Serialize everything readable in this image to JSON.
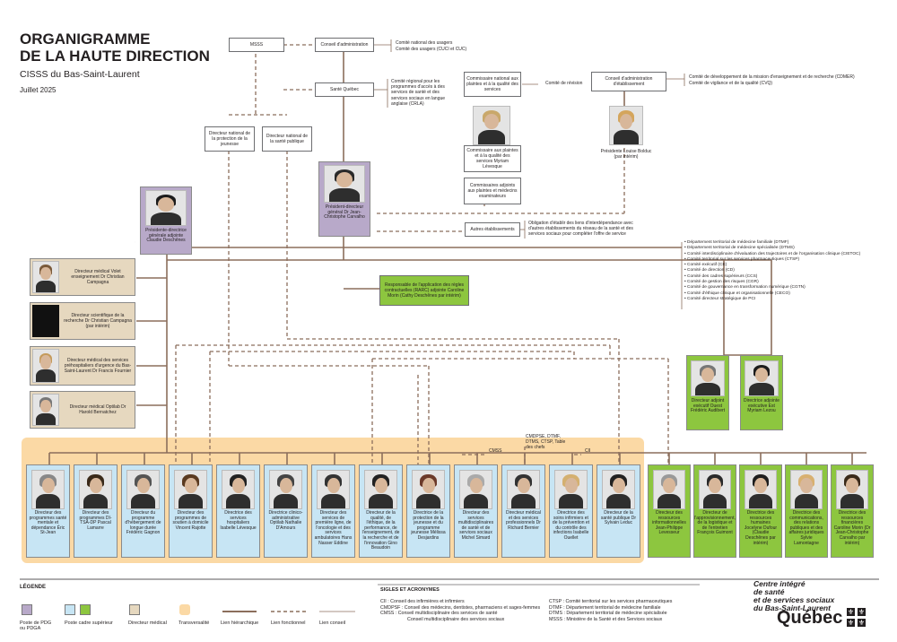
{
  "header": {
    "title_line1": "ORGANIGRAMME",
    "title_line2": "DE LA HAUTE DIRECTION",
    "subtitle": "CISSS du Bas-Saint-Laurent",
    "date": "Juillet 2025"
  },
  "colors": {
    "pdg": "#b8a9c9",
    "cadre_blue": "#c7e5f4",
    "cadre_green": "#8dc63f",
    "medical": "#e6d8bf",
    "transversal": "#fbd9a5",
    "lien_hierarchique": "#8b6e5c"
  },
  "top_boxes": {
    "msss": "MSSS",
    "ca": "Conseil d'administration",
    "sante_quebec": "Santé Québec",
    "commissaire_national": "Commissaire national aux plaintes et à la qualité des services",
    "ca_etablissement": "Conseil d'administration d'établissement",
    "dn_jeunesse": "Directeur national de la protection de la jeunesse",
    "dn_sante_publique": "Directeur national de la santé publique",
    "comm_adjoints": "Commissaires adjoints aux plaintes et médecins examinateurs",
    "autres_etab": "Autres établissements",
    "comite_revision": "Comité de révision"
  },
  "notes": {
    "ca_comites": [
      "Comité national des usagers",
      "Comité des usagers (CUCI et CUC)"
    ],
    "crla": "Comité régional pour les programmes d'accès à des services de santé et des services sociaux en langue anglaise (CRLA)",
    "ca_etab_comites": [
      "Comité de développement de la mission d'enseignement et de recherche (CDMER)",
      "Comité de vigilance et de la qualité (CVQ)"
    ],
    "obligation": "Obligation d'établir des liens d'interdépendance avec d'autres établissements du réseau de la santé et des services sociaux pour compléter l'offre de service",
    "cmdpse": "CMDPSE, DTMF, DTMS, CTSP, Table des chefs",
    "cmss": "CMSS",
    "ci": "CII"
  },
  "persons": {
    "commissaire": "Commissaire aux plaintes et à la qualité des services Myriam Lévesque",
    "presidente": "Présidente Louise Bolduc (par intérim)",
    "pdg": "Président-directeur général Dr Jean-Christophe Carvalho",
    "pdga": "Présidente-directrice générale adjointe Claudie Deschênes",
    "responsable_rarc": "Responsable de l'application des règles contractuelles (RARC) adjointe Caroline Morin (Cathy Deschênes par intérim)"
  },
  "comites_pdg": [
    "Département territorial de médecine familiale (DTMF)",
    "Département territorial de médecine spécialisée (DTMS)",
    "Comité interdisciplinaire d'évaluation des trajectoires et de l'organisation clinique (CIETOC)",
    "Comité territorial sur les services pharmaceutiques (CTSP)",
    "Comité exécutif (CE)",
    "Comité de direction (CD)",
    "Comité des cadres supérieurs (CCS)",
    "Comité de gestion des risques (CGR)",
    "Comité de gouvernance en transformation numérique (CGTN)",
    "Comité d'éthique clinique et organisationnelle (CECO)",
    "Comité directeur stratégique de PCI"
  ],
  "medical_side": [
    {
      "label": "Directeur médical Volet enseignement Dr Christian Campagna",
      "photo": true
    },
    {
      "label": "Directeur scientifique de la recherche Dr Christian Campagna (par intérim)",
      "photo": false
    },
    {
      "label": "Directeur médical des services préhospitaliers d'urgence du Bas-Saint-Laurent Dr Francis Fournier",
      "photo": true
    },
    {
      "label": "Directeur médical Optilab Dr Harold Bernatchez",
      "photo": true
    }
  ],
  "adjoints_exec": [
    {
      "label": "Directeur adjoint exécutif Ouest Frédéric Audibert"
    },
    {
      "label": "Directrice adjointe exécutive Est Myriam Lezou"
    }
  ],
  "directors_blue": [
    {
      "label": "Directeur des programmes santé mentale et dépendance Éric St-Jean"
    },
    {
      "label": "Directeur des programmes DI-TSA-DP Pascal Lamarre"
    },
    {
      "label": "Directeur du programme d'hébergement de longue durée Frédéric Gagnon"
    },
    {
      "label": "Directeur des programmes de soutien à domicile Vincent Rajotte"
    },
    {
      "label": "Directrice des services hospitaliers Isabelle Lévesque"
    },
    {
      "label": "Directrice clinico-administrative Optilab Nathalie D'Amours"
    },
    {
      "label": "Directeur des services de première ligne, de l'oncologie et des services ambulatoires Hans Nasser Eddine"
    },
    {
      "label": "Directeur de la qualité, de l'éthique, de la performance, de l'enseignement, de la recherche et de l'innovation Gino Beaudoin"
    },
    {
      "label": "Directrice de la protection de la jeunesse et du programme jeunesse Mélissa Desjardins"
    },
    {
      "label": "Directeur des services multidisciplinaires de santé et de services sociaux Michel Simard"
    },
    {
      "label": "Directeur médical et des services professionnels Dr Richard Bernier"
    },
    {
      "label": "Directrice des soins infirmiers et de la prévention et du contrôle des infections Isabelle Ouellet"
    },
    {
      "label": "Directeur de la santé publique Dr Sylvain Leduc"
    }
  ],
  "directors_green": [
    {
      "label": "Directeur des ressources informationnelles Jean-Philippe Levesseur"
    },
    {
      "label": "Directeur de l'approvisionnement, de la logistique et de l'entretien François Guimont"
    },
    {
      "label": "Directrice des ressources humaines Jocelyne Dufour (Claudie Deschênes par intérim)"
    },
    {
      "label": "Directrice des communications, des relations publiques et des affaires juridiques Sylvie Lamontagne"
    },
    {
      "label": "Directrice des ressources financières Caroline Morin (Dr Jean-Christophe Carvalho par intérim)"
    }
  ],
  "legend": {
    "title": "LÉGENDE",
    "items": [
      {
        "label": "Poste de PDG ou PDGA"
      },
      {
        "label": "Poste cadre supérieur"
      },
      {
        "label": "Directeur médical"
      },
      {
        "label": "Transversalité"
      },
      {
        "label": "Lien hiérarchique"
      },
      {
        "label": "Lien fonctionnel"
      },
      {
        "label": "Lien conseil"
      }
    ]
  },
  "acronyms": {
    "title": "SIGLES ET ACRONYMES",
    "left": [
      "CII : Conseil des infirmières et infirmiers",
      "CMDPSF : Conseil des médecins, dentistes, pharmaciens et sages-femmes",
      "CMSS : Conseil multidisciplinaire des services de santé",
      "Conseil multidisciplinaire des services sociaux"
    ],
    "right": [
      "CTSP : Comité territorial sur les services pharmaceutiques",
      "DTMF : Département territorial de médecine familiale",
      "DTMS : Département territorial de médecine spécialisée",
      "MSSS : Ministère de la Santé et des Services sociaux"
    ]
  },
  "logo": {
    "line1": "Centre intégré",
    "line2": "de santé",
    "line3": "et de services sociaux",
    "line4": "du Bas-Saint-Laurent",
    "wordmark": "Québec"
  }
}
